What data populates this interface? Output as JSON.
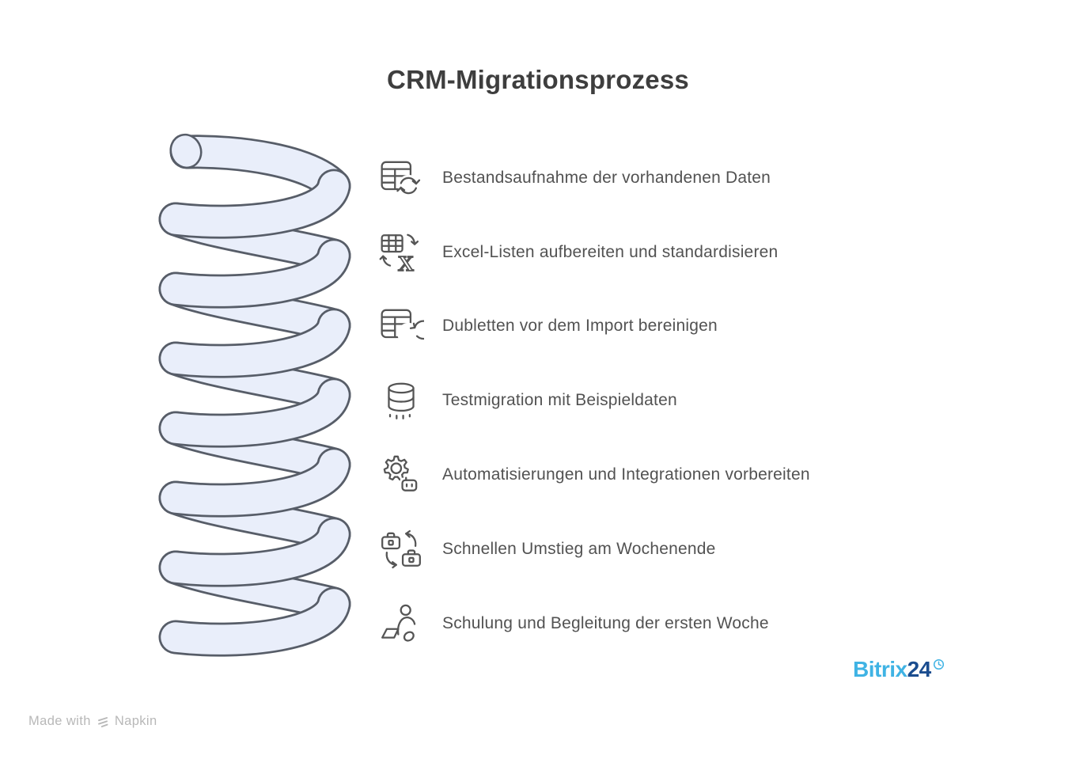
{
  "title": "CRM-Migrationsprozess",
  "steps": [
    {
      "icon": "table-sync-icon",
      "label": "Bestandsaufnahme der vorhandenen Daten"
    },
    {
      "icon": "excel-transform-icon",
      "label": "Excel-Listen aufbereiten und standardisieren"
    },
    {
      "icon": "table-dedupe-icon",
      "label": "Dubletten vor dem Import bereinigen"
    },
    {
      "icon": "database-test-icon",
      "label": "Testmigration mit Beispieldaten"
    },
    {
      "icon": "gear-robot-icon",
      "label": "Automatisierungen und Integrationen vorbereiten"
    },
    {
      "icon": "briefcase-swap-icon",
      "label": "Schnellen Umstieg am Wochenende"
    },
    {
      "icon": "person-laptop-icon",
      "label": "Schulung und Begleitung der ersten Woche"
    }
  ],
  "excel_letter": "X",
  "branding": {
    "name_light": "Bitrix",
    "name_dark": "24"
  },
  "footer": {
    "made_with": "Made with",
    "brand": "Napkin"
  },
  "colors": {
    "title_text": "#3e3e3e",
    "step_text": "#525252",
    "icon_stroke": "#555555",
    "spring_fill": "#e9eefa",
    "spring_stroke": "#575d68",
    "bitrix_light": "#3fb3e4",
    "bitrix_dark": "#1b4d8f",
    "footer_text": "#b8b8b8"
  }
}
